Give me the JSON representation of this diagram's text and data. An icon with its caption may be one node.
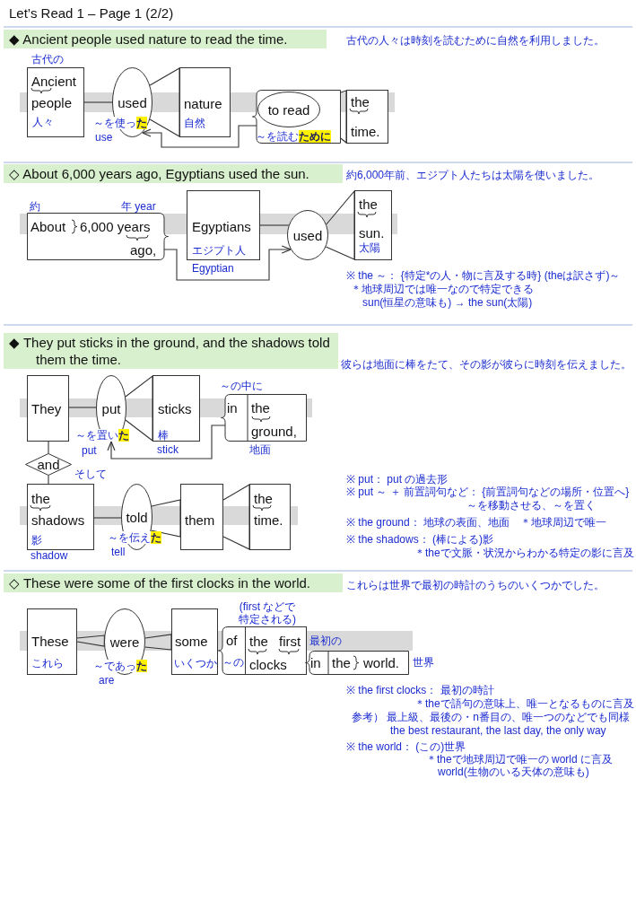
{
  "diagram": {
    "title": "Let’s Read 1 – Page 1 (2/2)",
    "nodes": [
      {
        "text": [
          "Ancient",
          "people",
          "人々"
        ],
        "beside": [
          "古代の"
        ]
      },
      {
        "text": [
          "used",
          "～を使っ**た**"
        ],
        "beside": [
          "use"
        ]
      },
      {
        "text": [
          "nature",
          "自然"
        ]
      },
      {
        "text": [
          "～を読む**ために**"
        ]
      },
      {
        "text": [
          "to read"
        ],
        "in": 3
      },
      {
        "text": [
          "the",
          "time."
        ]
      },
      {
        "text": [
          "About",
          "6,000 years",
          "ago,"
        ],
        "beside": [
          "約",
          "年 year"
        ]
      },
      {
        "text": [
          "Egyptians",
          "エジプト人"
        ],
        "beside": [
          "Egyptian"
        ]
      },
      {
        "text": [
          "used"
        ]
      },
      {
        "text": [
          "the",
          "sun.",
          "太陽"
        ]
      },
      {
        "text": [
          "They"
        ]
      },
      {
        "text": [
          "put",
          "～を置い**た**"
        ],
        "beside": [
          "put"
        ]
      },
      {
        "text": [
          "sticks",
          "棒"
        ],
        "beside": [
          "stick"
        ]
      },
      {
        "text": [
          "in",
          "the",
          "ground,"
        ],
        "beside": [
          "～の中に",
          "地面"
        ]
      },
      {
        "text": [
          "and"
        ],
        "beside": [
          "そして"
        ]
      },
      {
        "text": [
          "the",
          "shadows",
          "影"
        ],
        "beside": [
          "shadow"
        ]
      },
      {
        "text": [
          "told",
          "～を伝え**た**"
        ],
        "beside": [
          "tell"
        ]
      },
      {
        "text": [
          "them"
        ]
      },
      {
        "text": [
          "the",
          "time."
        ]
      },
      {
        "text": [
          "These",
          "これら"
        ]
      },
      {
        "text": [
          "were",
          "～であっ**た**"
        ],
        "beside": [
          "are"
        ]
      },
      {
        "text": [
          "some",
          "いくつか"
        ]
      },
      {
        "text": [
          "of",
          "～の"
        ]
      },
      {
        "text": [
          "the",
          "first",
          "clocks"
        ],
        "beside": [
          "(first などで特定される)",
          "最初の"
        ],
        "in": 22
      },
      {
        "text": [
          "in",
          "the",
          "world."
        ],
        "beside": [
          "世界"
        ]
      }
    ],
    "edges": [
      {
        "from": 0,
        "to": 1,
        "arrow": "none"
      },
      {
        "from": 1,
        "to": 2,
        "arrow": "none"
      },
      {
        "from": 3,
        "to": 1,
        "arrow": "to"
      },
      {
        "from": 4,
        "to": 5,
        "arrow": "none"
      },
      {
        "from": 7,
        "to": 8,
        "arrow": "none"
      },
      {
        "from": 8,
        "to": 9,
        "arrow": "none"
      },
      {
        "from": 6,
        "to": 8,
        "arrow": "to"
      },
      {
        "from": 10,
        "to": 11,
        "arrow": "none"
      },
      {
        "from": 11,
        "to": 12,
        "arrow": "none"
      },
      {
        "from": 13,
        "to": 11,
        "arrow": "to"
      },
      {
        "from": 10,
        "to": 14,
        "arrow": "none"
      },
      {
        "from": 14,
        "to": 15,
        "arrow": "none"
      },
      {
        "from": 15,
        "to": 16,
        "arrow": "none"
      },
      {
        "from": 16,
        "to": 17,
        "arrow": "none"
      },
      {
        "from": 17,
        "to": 18,
        "arrow": "none"
      },
      {
        "from": 19,
        "to": 20,
        "arrow": "none"
      },
      {
        "from": 20,
        "to": 21,
        "arrow": "none"
      }
    ],
    "labels": [
      "◆ Ancient people used nature to read the time.",
      "古代の人々は時刻を読むために自然を利用しました。",
      "◇ About 6,000 years ago, Egyptians used the sun.",
      "約6,000年前、エジプト人たちは太陽を使いました。",
      "※ the ～： {特定*の人・物に言及する時} (theは訳さず)～",
      "＊地球周辺では唯一なので特定できる",
      "sun(恒星の意味も) → the sun(太陽)",
      "◆ They put sticks in the ground, and the shadows told them the time.",
      "彼らは地面に棒をたて、その影が彼らに時刻を伝えました。",
      "※ put： put の過去形",
      "※ put ～ ＋ 前置詞句など： {前置詞句などの場所・位置へ}",
      "～を移動させる、～を置く",
      "※ the ground： 地球の表面、地面　＊地球周辺で唯一",
      "※ the shadows： (棒による)影",
      "＊theで文脈・状況からわかる特定の影に言及",
      "◇ These were some of the first clocks in the world.",
      "これらは世界で最初の時計のうちのいくつかでした。",
      "※ the first clocks： 最初の時計",
      "＊theで語句の意味上、唯一となるものに言及",
      "参考） 最上級、最後の・n番目の、唯一つのなどでも同様",
      "the best restaurant, the last day, the only way",
      "※ the world： (この)世界",
      "＊theで地球周辺で唯一の world に言及",
      "world(生物のいる天体の意味も)"
    ]
  }
}
